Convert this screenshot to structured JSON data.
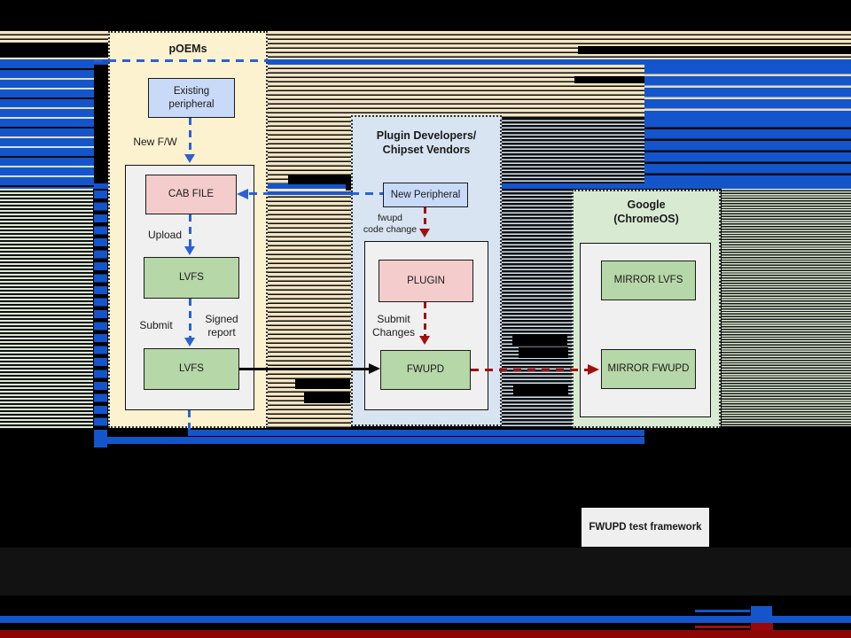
{
  "colors": {
    "glitch_blue": "#1455CB",
    "arrow_blue": "#2A62D0",
    "arrow_red": "#A01010",
    "bottom_red_bar": "#8E0505",
    "container_cream": "#FDF2D0",
    "container_blue": "#D8E4F1",
    "container_green": "#D9EAD3",
    "node_blue": "#C9DAF8",
    "node_pink": "#F4CCCC",
    "node_green": "#B6D7A8",
    "inner_panel_gray": "#F0F0F0",
    "stripe_tan": "#F3E5C3",
    "stripe_green": "#DDE9D6",
    "stripe_light_blue": "#D9E8F3"
  },
  "diagram": {
    "poems": {
      "title": "pOEMs",
      "nodes": {
        "existing_peripheral": "Existing peripheral",
        "cab_file": "CAB FILE",
        "lvfs_upload": "LVFS",
        "lvfs_submit": "LVFS"
      },
      "labels": {
        "new_fw": "New F/W",
        "upload": "Upload",
        "submit": "Submit",
        "signed_report": "Signed report"
      }
    },
    "plugin_vendors": {
      "title_line1": "Plugin Developers/",
      "title_line2": "Chipset Vendors",
      "nodes": {
        "new_peripheral": "New Peripheral",
        "plugin": "PLUGIN",
        "fwupd": "FWUPD"
      },
      "labels": {
        "fwupd_code_change_line1": "fwupd",
        "fwupd_code_change_line2": "code change",
        "submit_changes_line1": "Submit",
        "submit_changes_line2": "Changes"
      }
    },
    "google": {
      "title_line1": "Google",
      "title_line2": "(ChromeOS)",
      "nodes": {
        "mirror_lvfs": "MIRROR LVFS",
        "mirror_fwupd": "MIRROR FWUPD"
      }
    },
    "test_framework_label": "FWUPD test framework"
  }
}
